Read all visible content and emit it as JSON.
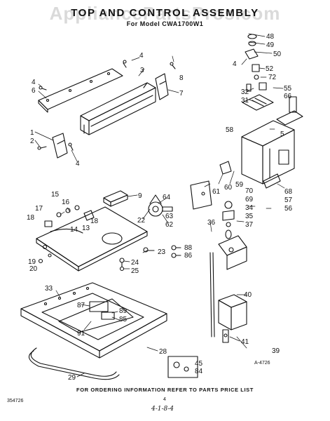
{
  "header": {
    "watermark": "AppliancePartsPros.com",
    "title": "TOP AND CONTROL ASSEMBLY",
    "subtitle": "For Model CWA1700W1"
  },
  "footer": {
    "ordering_note": "FOR ORDERING INFORMATION REFER TO PARTS PRICE LIST",
    "catalog_code": "354726",
    "page_number": "4",
    "handwritten_note": "4-1-8-4",
    "reference_code": "A-4726"
  },
  "callouts": [
    "1",
    "2",
    "3",
    "4",
    "4",
    "4",
    "4",
    "5",
    "6",
    "7",
    "8",
    "9",
    "13",
    "14",
    "15",
    "16",
    "17",
    "18",
    "18",
    "19",
    "20",
    "22",
    "23",
    "24",
    "25",
    "28",
    "29",
    "31",
    "32",
    "33",
    "34",
    "35",
    "36",
    "37",
    "39",
    "40",
    "41",
    "45",
    "48",
    "49",
    "50",
    "52",
    "55",
    "56",
    "57",
    "58",
    "59",
    "60",
    "61",
    "62",
    "63",
    "64",
    "66",
    "68",
    "69",
    "70",
    "72",
    "84",
    "85",
    "86",
    "87",
    "88",
    "89",
    "91"
  ]
}
